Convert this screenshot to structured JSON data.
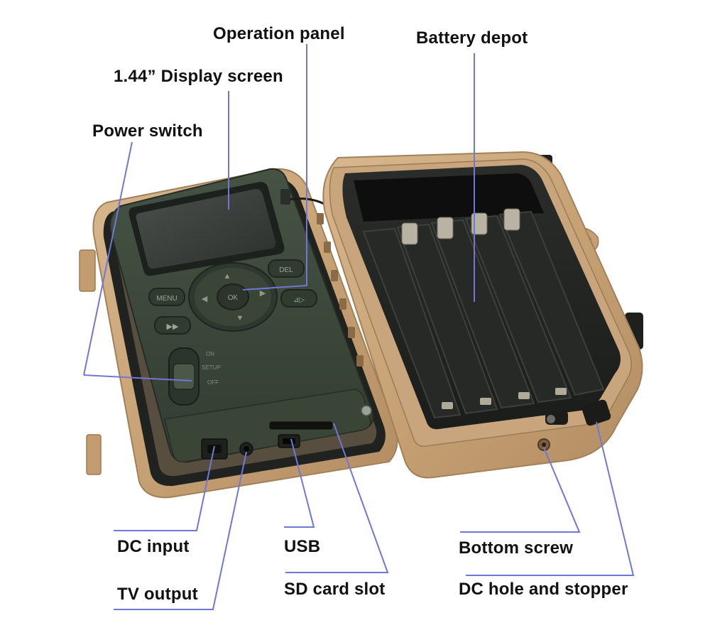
{
  "labels": {
    "operation_panel": "Operation panel",
    "battery_depot": "Battery depot",
    "display_screen": "1.44” Display screen",
    "power_switch": "Power switch",
    "dc_input": "DC input",
    "tv_output": "TV output",
    "usb": "USB",
    "sd_card_slot": "SD card slot",
    "bottom_screw": "Bottom screw",
    "dc_hole_stopper": "DC hole and stopper"
  },
  "device_markings": {
    "menu_button": "MENU",
    "del_button": "DEL",
    "ok_button": "OK",
    "up_arrow": "▲",
    "down_arrow": "▼",
    "left_arrow": "◀",
    "right_arrow": "▶",
    "switch_on": "ON",
    "switch_setup": "SETUP",
    "switch_off": "OFF"
  },
  "colors": {
    "leader_line": "#6f78d8",
    "panel_green": "#3e4a3c",
    "housing_tan": "#c9a57a",
    "housing_dark": "#1e201d",
    "label_text": "#111111"
  }
}
